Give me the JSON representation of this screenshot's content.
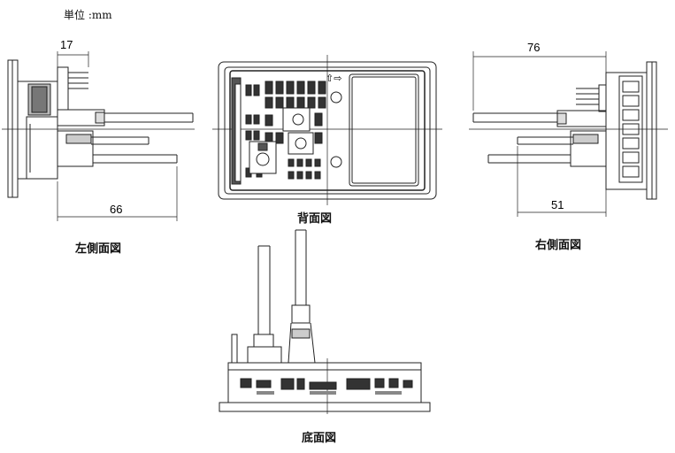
{
  "unit_label": "単位 :mm",
  "views": {
    "left": {
      "caption": "左側面図",
      "dim_top": "17",
      "dim_bottom": "66"
    },
    "back": {
      "caption": "背面図"
    },
    "right": {
      "caption": "右側面図",
      "dim_top": "76",
      "dim_bottom": "51"
    },
    "bottom": {
      "caption": "底面図"
    }
  },
  "colors": {
    "line": "#222222",
    "fill_dark": "#444444",
    "fill_mid": "#888888"
  }
}
